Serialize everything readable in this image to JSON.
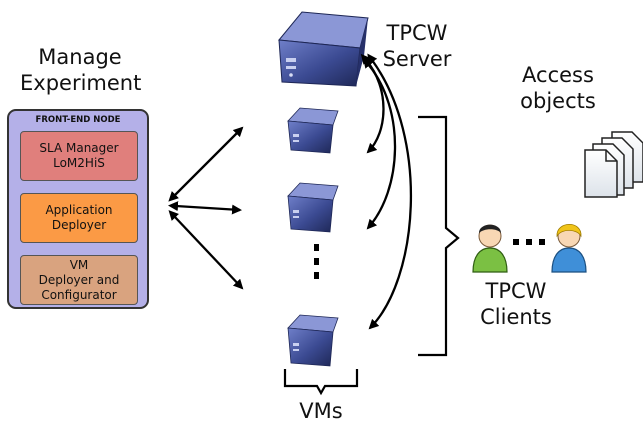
{
  "colors": {
    "frontend_bg": "#b4b0e8",
    "sla": "#e07f7c",
    "deployer": "#fb9a45",
    "vm": "#d9a37f",
    "server": "#3c4a8e",
    "arrow": "#000000"
  },
  "manage_label": [
    "Manage",
    "Experiment"
  ],
  "frontend": {
    "title": "FRONT-END NODE",
    "components": [
      {
        "lines": [
          "SLA Manager",
          "LoM2HiS"
        ]
      },
      {
        "lines": [
          "Application",
          "Deployer"
        ]
      },
      {
        "lines": [
          "VM",
          "Deployer and",
          "Configurator"
        ]
      }
    ]
  },
  "server_label": [
    "TPCW",
    "Server"
  ],
  "access_label": [
    "Access",
    "objects"
  ],
  "clients_label": [
    "TPCW",
    "Clients"
  ],
  "vms_label": "VMs",
  "icons": [
    "server-icon",
    "vm-icon",
    "document-stack-icon",
    "user-icon"
  ]
}
